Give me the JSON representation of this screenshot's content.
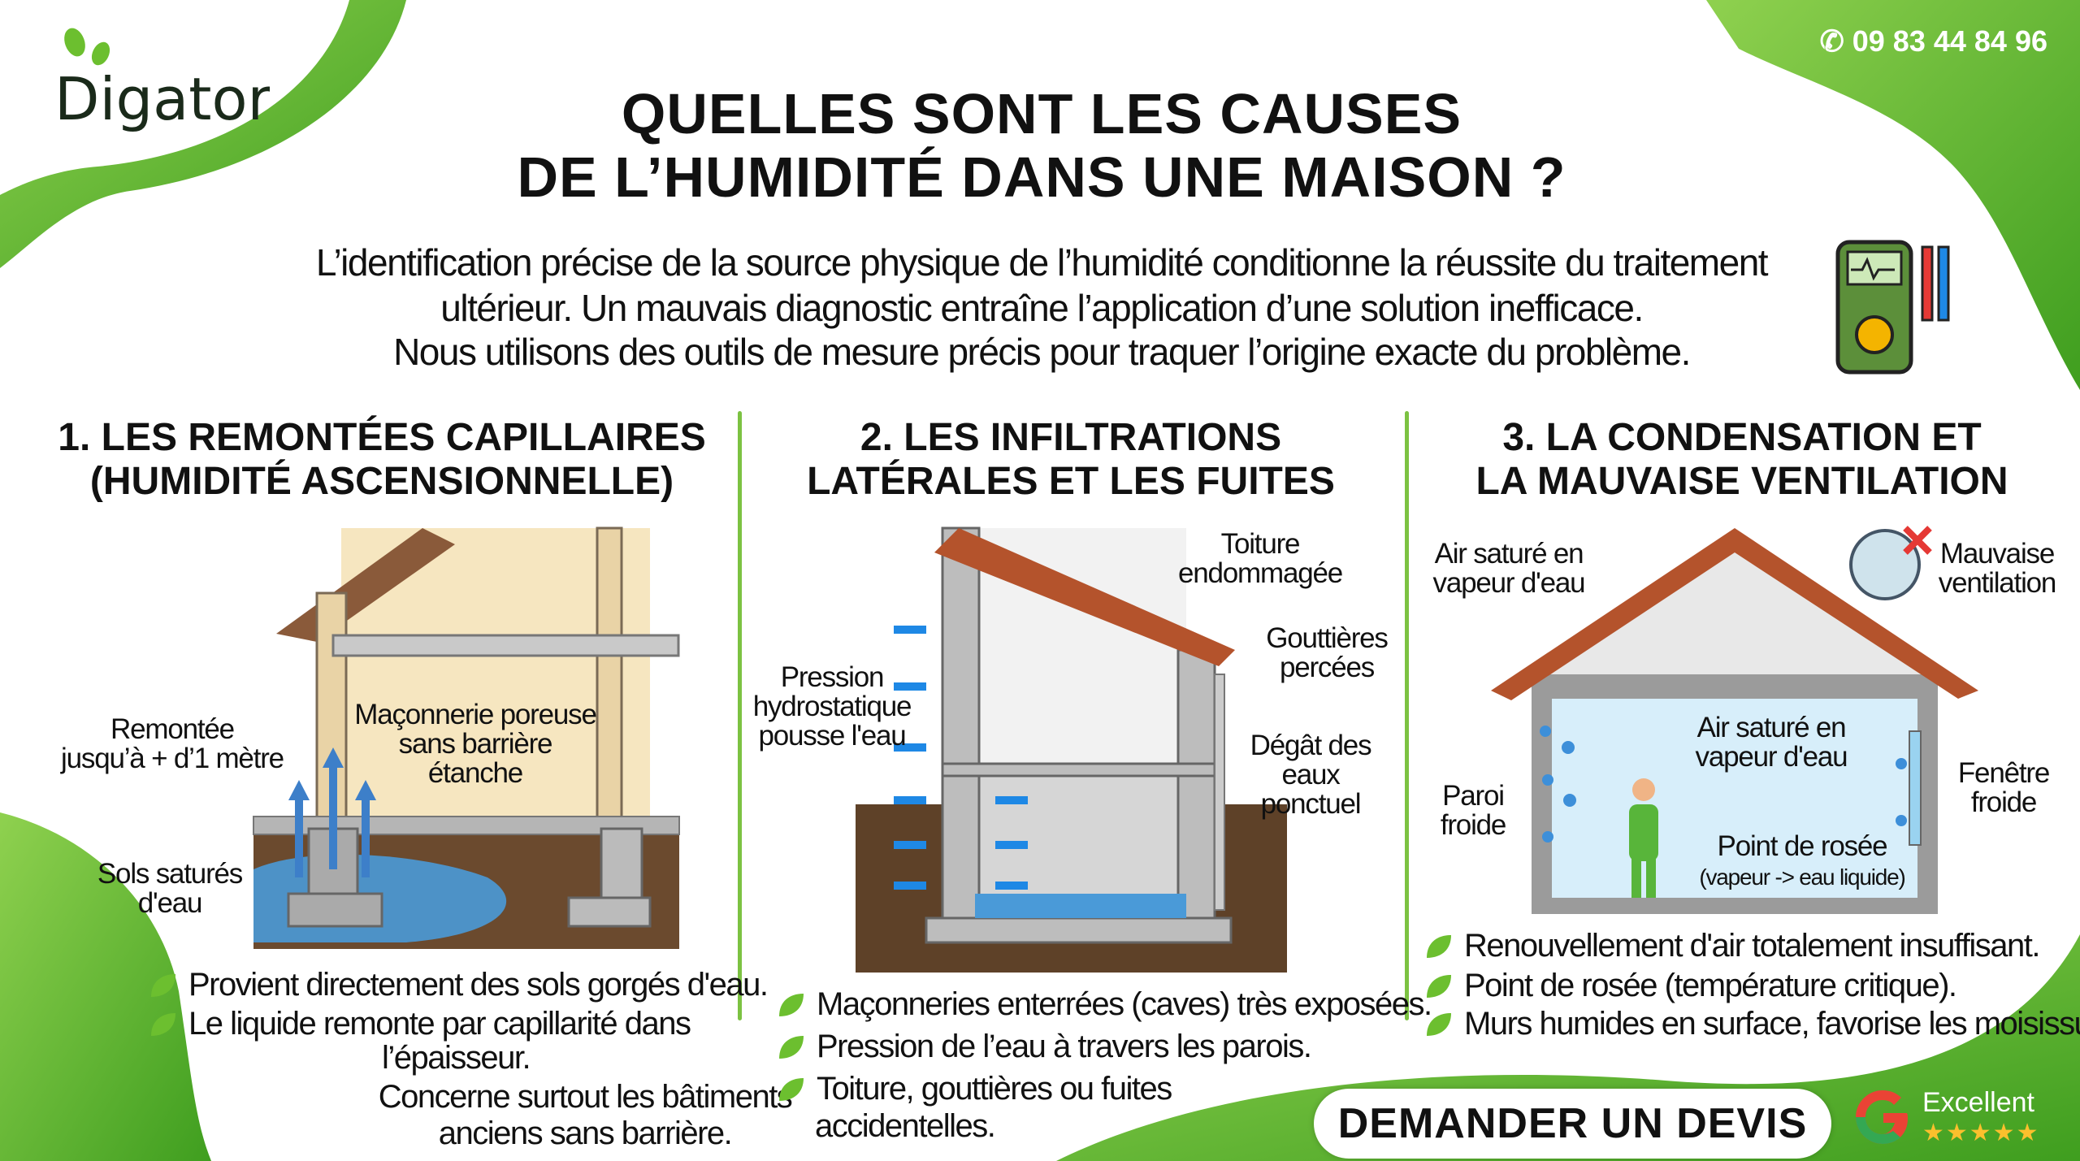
{
  "brand": {
    "logo_text": "Digator",
    "accent": "#6cbf2f",
    "dark_green": "#3c9a1e"
  },
  "header": {
    "phone": "09 83 44 84 96",
    "title_lines": [
      "QUELLES SONT LES CAUSES",
      "DE L’HUMIDITÉ DANS UNE MAISON ?"
    ]
  },
  "intro": [
    "L’identification précise de la source physique de l’humidité conditionne la réussite du traitement",
    "ultérieur. Un mauvais diagnostic entraîne l’application d’une solution inefficace.",
    "Nous utilisons des outils de mesure précis pour traquer l’origine exacte du problème."
  ],
  "columns": [
    {
      "heading": [
        "1. LES REMONTÉES CAPILLAIRES",
        "(HUMIDITÉ ASCENSIONNELLE)"
      ],
      "labels": {
        "rise": [
          "Remontée",
          "jusqu’à + d’1 mètre"
        ],
        "masonry": [
          "Maçonnerie poreuse",
          "sans barrière",
          "étanche"
        ],
        "soil": [
          "Sols saturés",
          "d'eau"
        ]
      },
      "bullets": [
        "Provient directement des sols gorgés d'eau.",
        "Le liquide remonte par capillarité dans",
        "l’épaisseur."
      ],
      "note": [
        "Concerne surtout les bâtiments",
        "anciens sans barrière."
      ]
    },
    {
      "heading": [
        "2. LES INFILTRATIONS",
        "LATÉRALES ET LES FUITES"
      ],
      "labels": {
        "roof": [
          "Toiture",
          "endommagée"
        ],
        "gutter": [
          "Gouttières",
          "percées"
        ],
        "pressure": [
          "Pression",
          "hydrostatique",
          "pousse l'eau"
        ],
        "leak": [
          "Dégât des",
          "eaux",
          "ponctuel"
        ]
      },
      "bullets": [
        "Maçonneries enterrées (caves) très exposées.",
        "Pression de l’eau à travers les parois.",
        "Toiture, gouttières ou fuites",
        "accidentelles."
      ]
    },
    {
      "heading": [
        "3. LA CONDENSATION ET",
        "LA MAUVAISE VENTILATION"
      ],
      "labels": {
        "air1": [
          "Air saturé en",
          "vapeur d'eau"
        ],
        "vent": [
          "Mauvaise",
          "ventilation"
        ],
        "air2": [
          "Air saturé en",
          "vapeur d'eau"
        ],
        "window": [
          "Fenêtre",
          "froide"
        ],
        "wall": [
          "Paroi",
          "froide"
        ],
        "dew": [
          "Point de rosée",
          "(vapeur -> eau liquide)"
        ]
      },
      "bullets": [
        "Renouvellement d'air totalement insuffisant.",
        "Point de rosée (température critique).",
        "Murs humides en surface, favorise les moisissures."
      ]
    }
  ],
  "footer": {
    "cta": "DEMANDER UN DEVIS",
    "rating_label": "Excellent",
    "rating_stars": 5,
    "stars": "★★★★★"
  }
}
